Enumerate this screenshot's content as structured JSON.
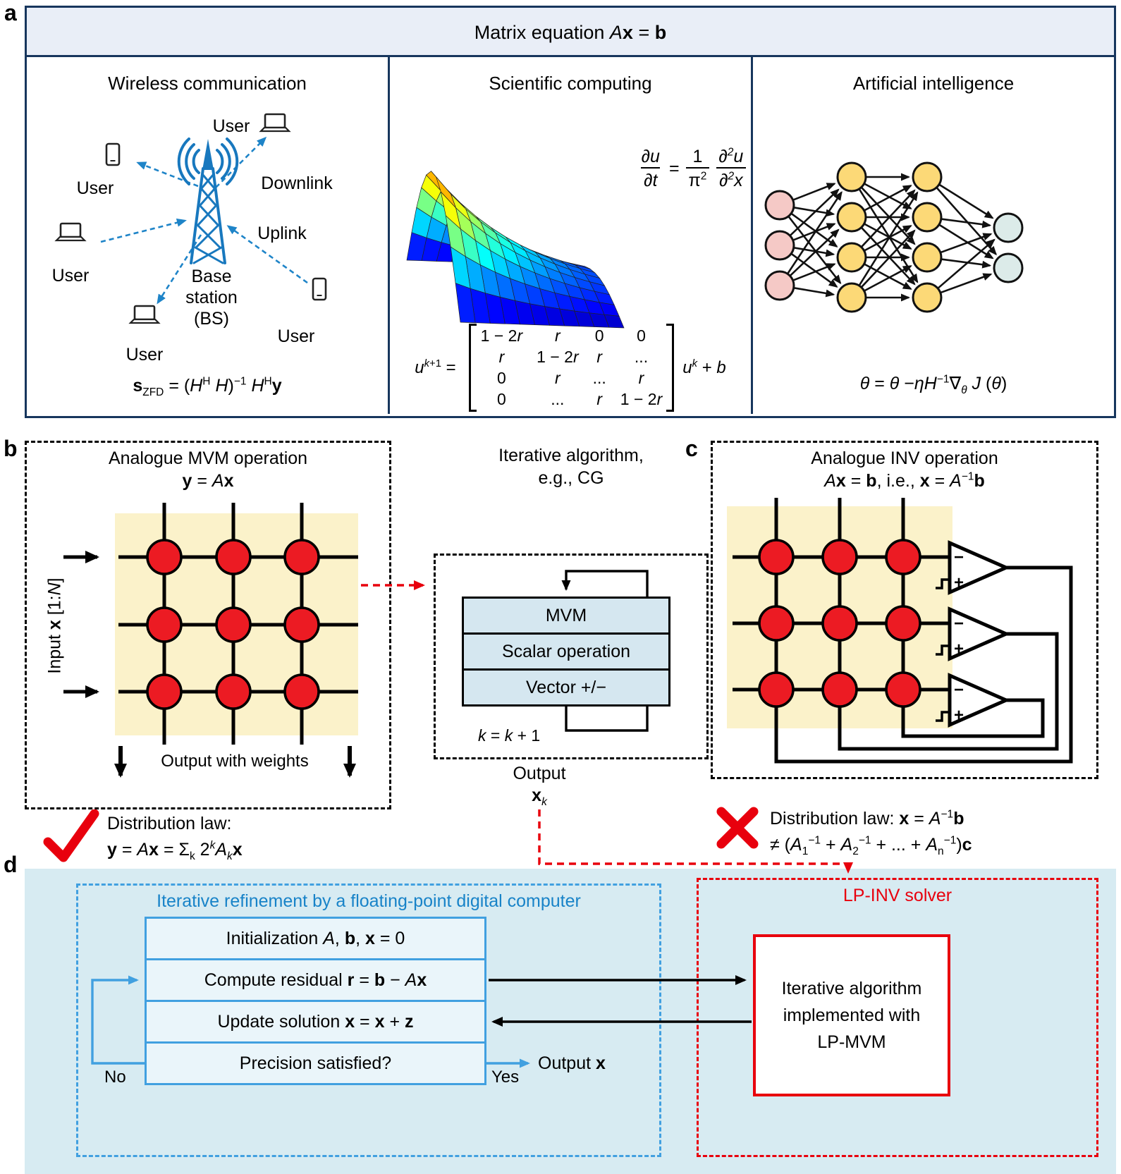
{
  "figure": {
    "panel_labels": {
      "a": "a",
      "b": "b",
      "c": "c",
      "d": "d"
    }
  },
  "colors": {
    "navy": "#17365d",
    "red": "#e8000d",
    "blue": "#1883c8",
    "cyan_bg": "#d7ebf2",
    "crossbar_bg": "#fbf2ca"
  },
  "panel_a": {
    "header_html": "Matrix equation <i>A</i><b>x</b> = <b>b</b>",
    "wireless": {
      "title": "Wireless communication",
      "users": [
        "User",
        "User",
        "User",
        "User",
        "User"
      ],
      "downlink": "Downlink",
      "uplink": "Uplink",
      "base_station": [
        "Base",
        "station",
        "(BS)"
      ],
      "formula_html": "<b>s</b><sub>ZFD</sub> = (<i>H</i><sup>H</sup> <i>H</i>)<sup>−1</sup> <i>H</i><sup>H</sup><b>y</b>"
    },
    "scientific": {
      "title": "Scientific computing",
      "pde": {
        "n1": "∂<i>u</i>",
        "d1": "∂<i>t</i>",
        "eq": "=",
        "n2": "1",
        "d2": "π<sup>2</sup>",
        "n3": "∂<sup>2</sup><i>u</i>",
        "d3": "∂<sup>2</sup><i>x</i>"
      },
      "matrix": {
        "lhs_html": "<i>u</i><sup><i>k</i>+1</sup> =",
        "rows": [
          [
            "1 − 2<i>r</i>",
            "<i>r</i>",
            "0",
            "0"
          ],
          [
            "<i>r</i>",
            "1 − 2<i>r</i>",
            "<i>r</i>",
            "..."
          ],
          [
            "0",
            "<i>r</i>",
            "...",
            "<i>r</i>"
          ],
          [
            "0",
            "...",
            "<i>r</i>",
            "1 − 2<i>r</i>"
          ]
        ],
        "rhs_html": "<i>u</i><sup><i>k</i></sup> + <i>b</i>"
      }
    },
    "ai": {
      "title": "Artificial intelligence",
      "formula_html": "<i>θ</i> = <i>θ</i> −<i>ηH</i><sup>−1</sup>∇<sub><i>θ</i></sub> <i>J</i> (<i>θ</i>)"
    }
  },
  "panel_b": {
    "title": "Analogue MVM operation",
    "subtitle_html": "<b>y</b> = <i>A</i><b>x</b>",
    "input_label_html": "Input <b>x</b> [1:<i>N</i>]",
    "output_label": "Output with weights",
    "law_title": "Distribution law:",
    "law_html": "<b>y</b> = <i>A</i><b>x</b> = Σ<sub>k</sub> 2<sup><i>k</i></sup><i>A</i><sub><i>k</i></sub><b>x</b>"
  },
  "iterative": {
    "title1": "Iterative algorithm,",
    "title2": "e.g., CG",
    "steps": [
      "MVM",
      "Scalar operation",
      "Vector +/−"
    ],
    "counter_html": "<i>k</i> = <i>k</i> + 1",
    "output_word": "Output",
    "output_var_html": "<b>x</b><sub><i>k</i></sub>"
  },
  "panel_c": {
    "title": "Analogue INV operation",
    "subtitle_html": "<i>A</i><b>x</b> = <b>b</b>, i.e., <b>x</b> = <i>A</i><sup>−1</sup><b>b</b>",
    "law_line1_html": "Distribution law: <b>x</b> = <i>A</i><sup>−1</sup><b>b</b>",
    "law_line2_html": "≠ (<i>A</i><sub>1</sub><sup>−1</sup> + <i>A</i><sub>2</sub><sup>−1</sup> + ... + <i>A</i><sub>n</sub><sup>−1</sup>)<b>c</b>"
  },
  "panel_d": {
    "refinement_title": "Iterative refinement by a floating-point digital computer",
    "steps_html": [
      "Initialization <i>A</i>, <b>b</b>, <b>x</b> = 0",
      "Compute residual <b>r</b> = <b>b</b> − <i>A</i><b>x</b>",
      "Update solution <b>x</b> = <b>x</b> + <b>z</b>",
      "Precision satisfied?"
    ],
    "no_label": "No",
    "yes_label": "Yes",
    "output_html": "Output <b>x</b>",
    "solver_title": "LP-INV solver",
    "solver_box": [
      "Iterative algorithm",
      "implemented with",
      "LP-MVM"
    ]
  }
}
